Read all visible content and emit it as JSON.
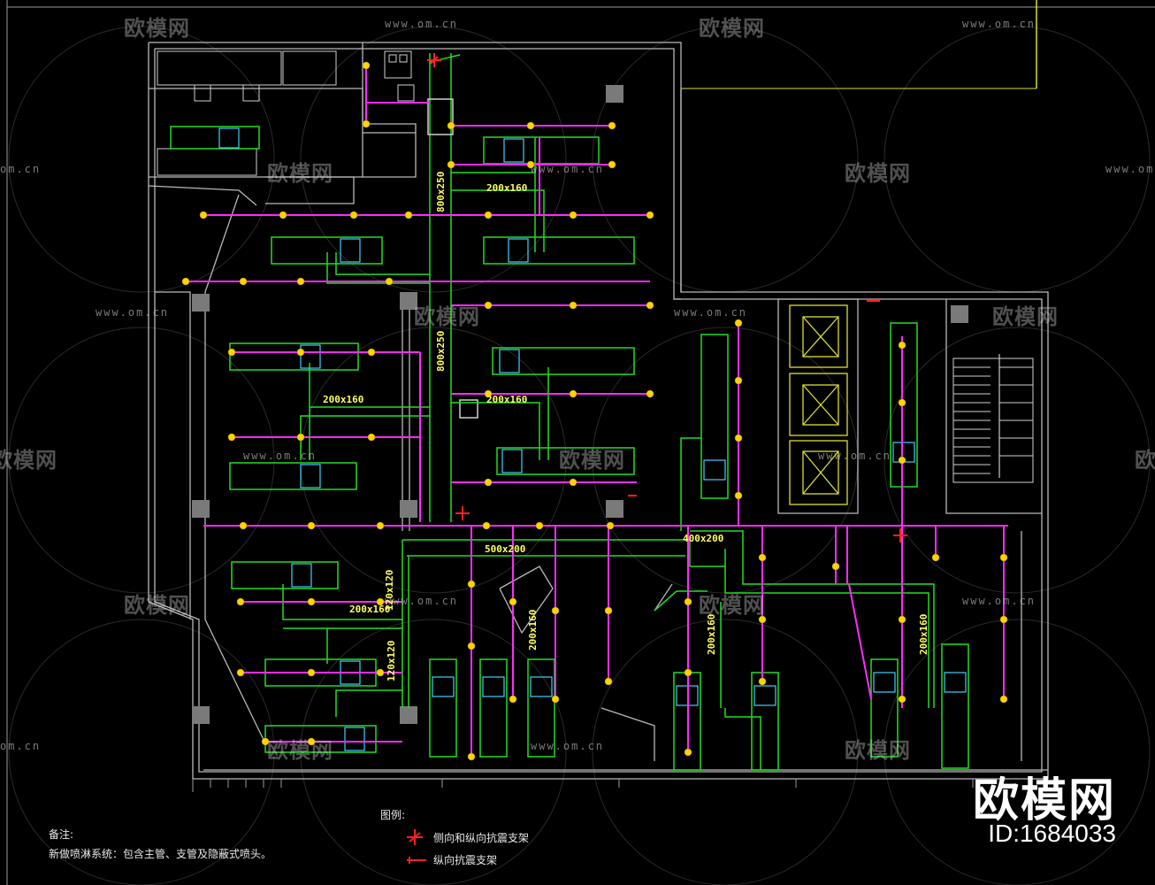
{
  "watermarks": {
    "brand_text": "欧模网",
    "url_text": "www.om.cn",
    "url_text_partial": "om.cn",
    "id_fragment": "ID:1684033"
  },
  "brand_overlay": {
    "name": "欧模网",
    "id": "ID:1684033"
  },
  "notes": {
    "title": "备注:",
    "line1": "新做喷淋系统：包含主管、支管及隐蔽式喷头。"
  },
  "legend": {
    "title": "图例:",
    "items": [
      {
        "label": "侧向和纵向抗震支架",
        "icon": "cross-brace-icon",
        "color": "#ff2020"
      },
      {
        "label": "纵向抗震支架",
        "icon": "single-brace-icon",
        "color": "#ff2020"
      }
    ]
  },
  "duct_labels": {
    "main_vertical_top": "800x250",
    "main_vertical_mid": "800x250",
    "branch_top": "200x160",
    "branch_left_mid": "200x160",
    "branch_center": "200x160",
    "main_horizontal": "500x200",
    "main_horizontal_right": "400x200",
    "left_lower_branch": "200x160",
    "left_lower_vertical_1": "120x120",
    "left_lower_vertical_2": "120x120",
    "center_lower_vertical": "200x160",
    "right_lower_vertical_1": "200x160",
    "right_lower_vertical_2": "200x160"
  },
  "colors": {
    "wall": "#b9b9b9",
    "duct": "#22dd22",
    "pipe": "#ff2bff",
    "head": "#ffd400",
    "elevator": "#dddd33",
    "brace": "#ff2020",
    "border_yellow": "#dddd33"
  }
}
